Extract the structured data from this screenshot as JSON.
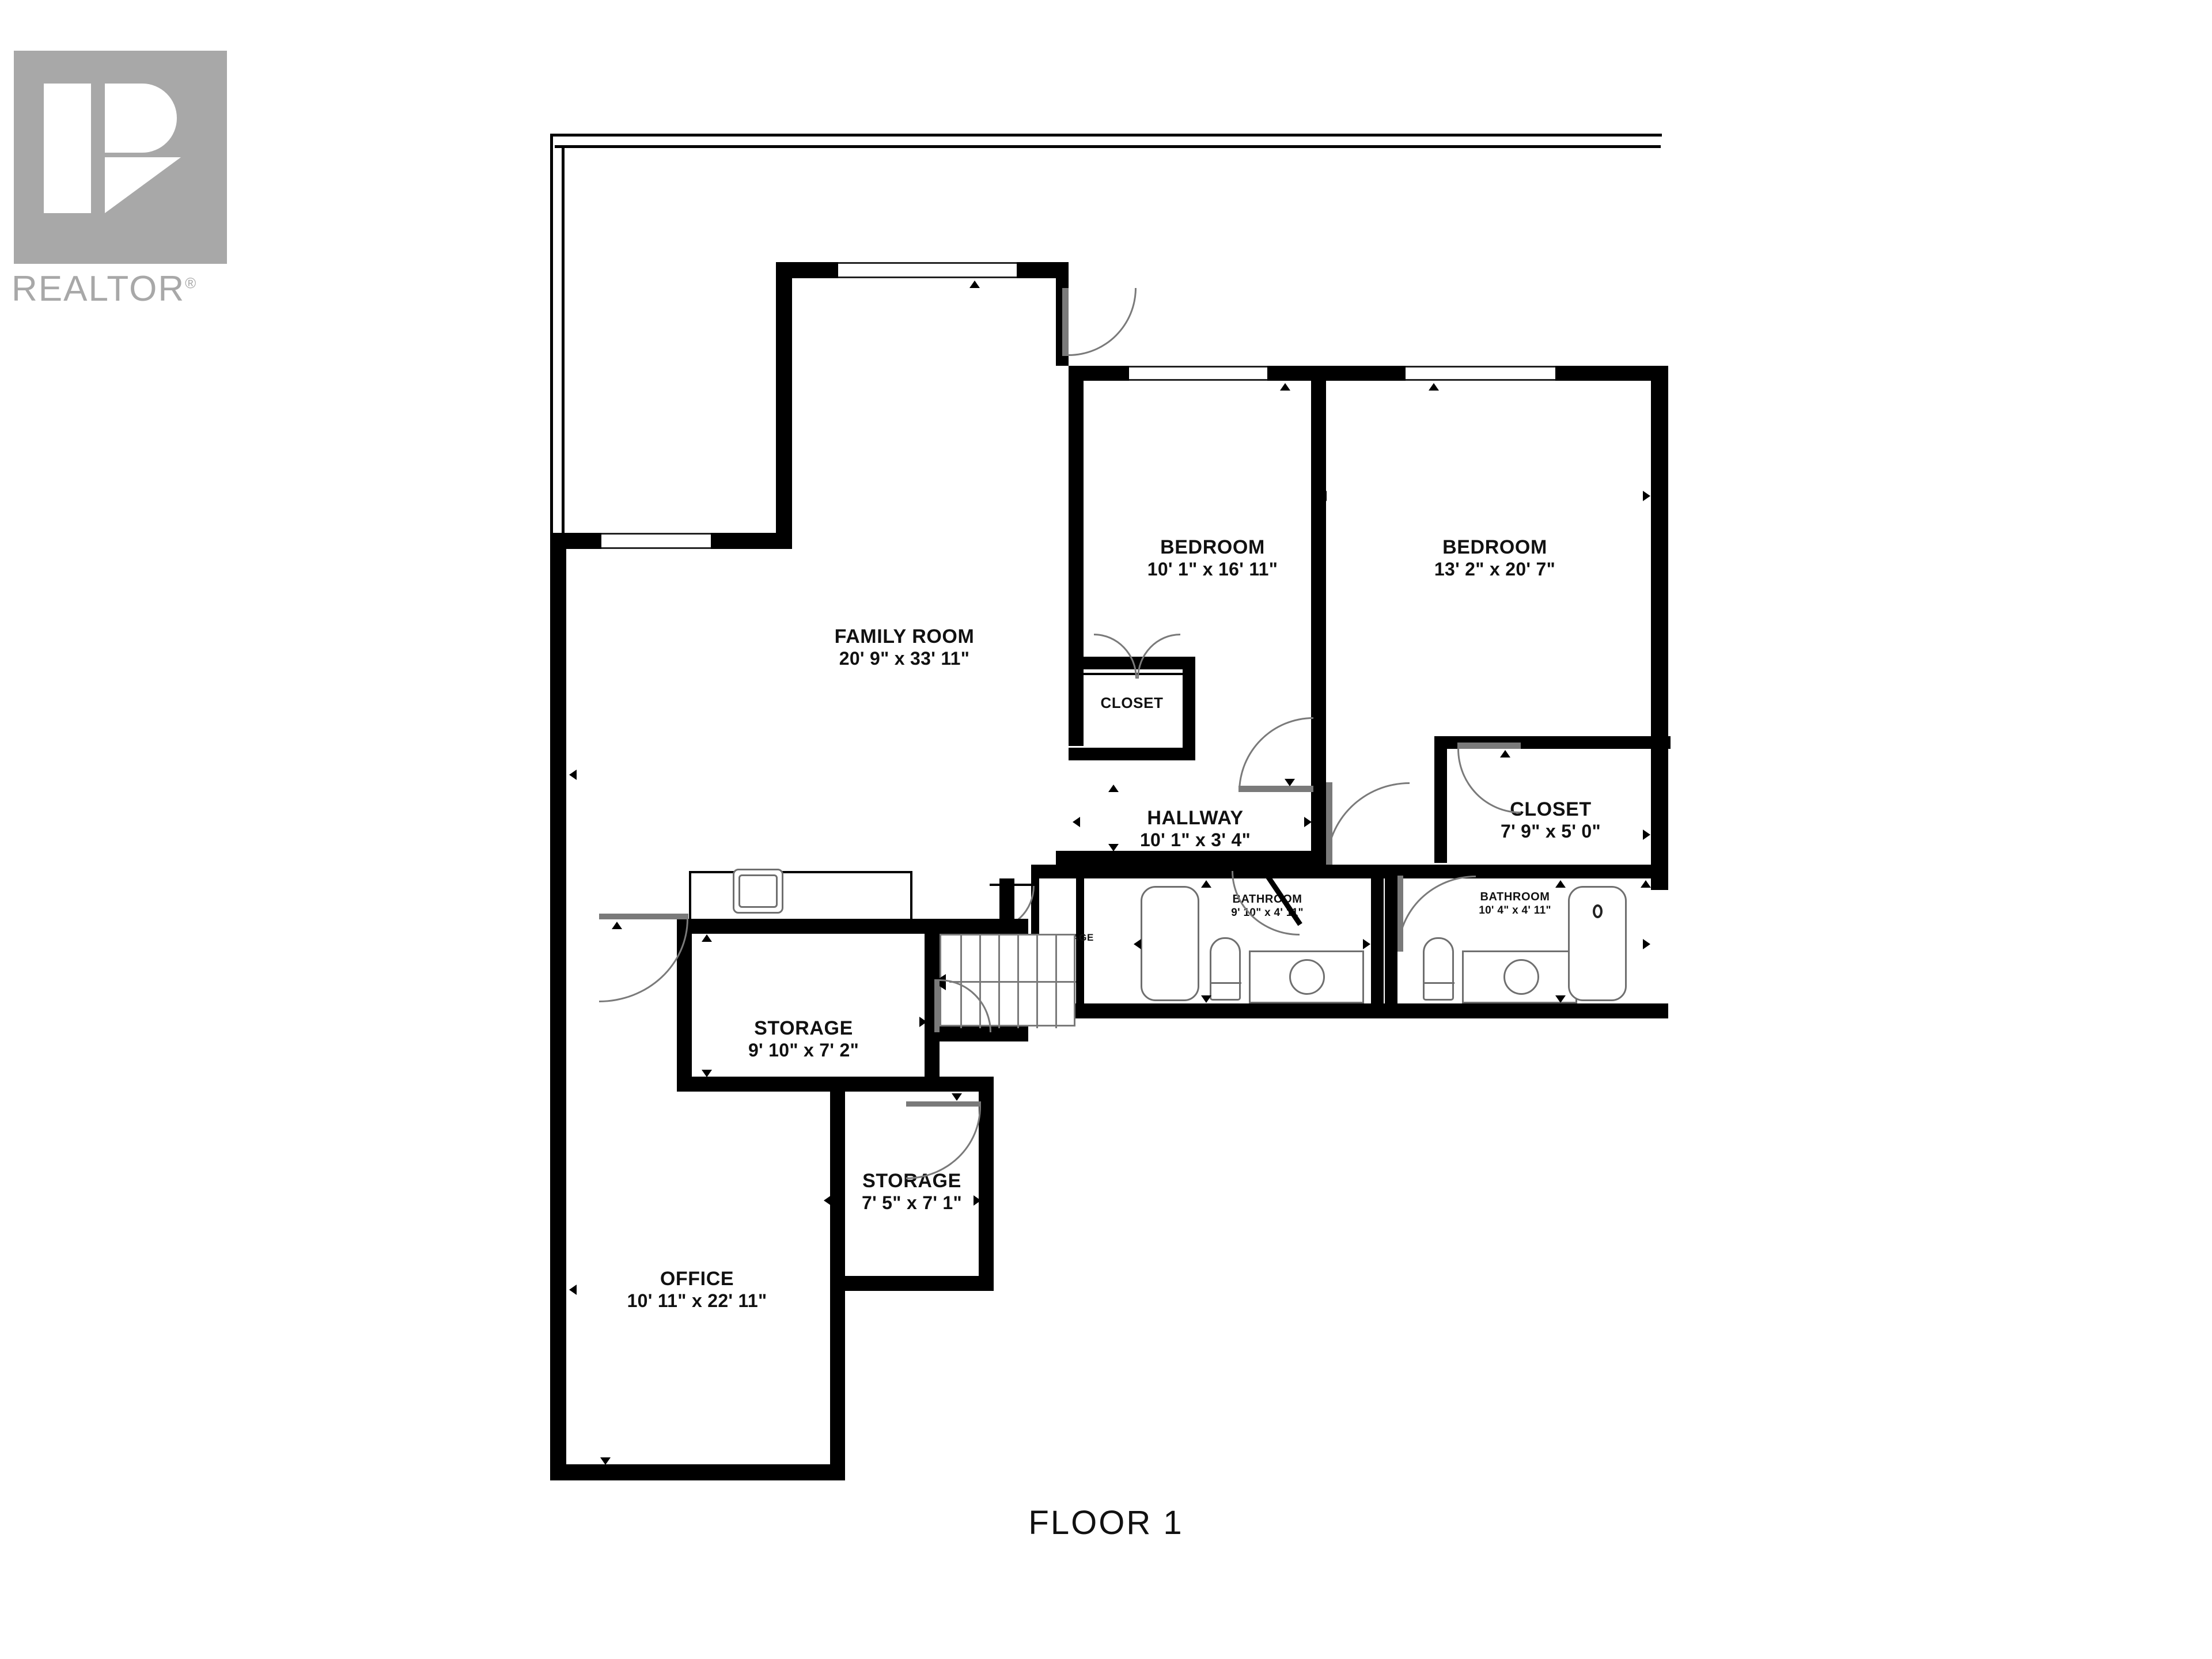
{
  "document": {
    "type": "floor-plan",
    "floor_title": "FLOOR 1",
    "background_color": "#ffffff",
    "wall_color": "#000000",
    "fixture_color": "#6f6f6f"
  },
  "branding": {
    "logo_name": "realtor-logo",
    "wordmark": "REALTOR",
    "registered_symbol": "®",
    "logo_color": "#a8a8a8"
  },
  "rooms": [
    {
      "id": "family-room",
      "name": "FAMILY ROOM",
      "dimensions": "20' 9\" x 33' 11\""
    },
    {
      "id": "bedroom-1",
      "name": "BEDROOM",
      "dimensions": "10' 1\" x 16' 11\""
    },
    {
      "id": "bedroom-2",
      "name": "BEDROOM",
      "dimensions": "13' 2\" x 20' 7\""
    },
    {
      "id": "closet-1",
      "name": "CLOSET",
      "dimensions": ""
    },
    {
      "id": "closet-2",
      "name": "CLOSET",
      "dimensions": "7' 9\" x 5' 0\""
    },
    {
      "id": "hallway",
      "name": "HALLWAY",
      "dimensions": "10' 1\" x 3' 4\""
    },
    {
      "id": "storage-hall",
      "name": "STORAGE",
      "dimensions": ""
    },
    {
      "id": "bathroom-1",
      "name": "BATHROOM",
      "dimensions": "9' 10\" x 4' 11\""
    },
    {
      "id": "bathroom-2",
      "name": "BATHROOM",
      "dimensions": "10' 4\" x 4' 11\""
    },
    {
      "id": "storage-1",
      "name": "STORAGE",
      "dimensions": "9' 10\" x 7' 2\""
    },
    {
      "id": "storage-2",
      "name": "STORAGE",
      "dimensions": "7' 5\" x 7' 1\""
    },
    {
      "id": "office",
      "name": "OFFICE",
      "dimensions": "10' 11\" x 22' 11\""
    }
  ],
  "fixtures": [
    {
      "id": "bathtub-1",
      "name": "bathtub",
      "room": "bathroom-1"
    },
    {
      "id": "toilet-1",
      "name": "toilet",
      "room": "bathroom-1"
    },
    {
      "id": "vanity-1",
      "name": "vanity-sink",
      "room": "bathroom-1"
    },
    {
      "id": "toilet-2",
      "name": "toilet",
      "room": "bathroom-2"
    },
    {
      "id": "vanity-2",
      "name": "vanity-sink",
      "room": "bathroom-2"
    },
    {
      "id": "bathtub-2",
      "name": "bathtub",
      "room": "bathroom-2"
    },
    {
      "id": "stairs",
      "name": "staircase",
      "room": "storage-1"
    },
    {
      "id": "sink-counter",
      "name": "laundry-sink",
      "room": "family-room"
    }
  ]
}
